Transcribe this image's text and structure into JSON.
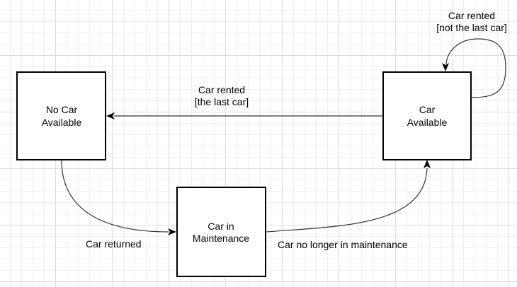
{
  "diagram": {
    "states": {
      "no_car": {
        "line1": "No Car",
        "line2": "Available"
      },
      "car_available": {
        "line1": "Car",
        "line2": "Available"
      },
      "in_maintenance": {
        "line1": "Car in",
        "line2": "Maintenance"
      }
    },
    "transitions": {
      "rented_last": {
        "line1": "Car rented",
        "line2": "[the last car]"
      },
      "rented_not_last": {
        "line1": "Car rented",
        "line2": "[not the last car]"
      },
      "returned": {
        "label": "Car returned"
      },
      "no_longer_maintenance": {
        "label": "Car no longer in maintenance"
      }
    },
    "colors": {
      "grid": "#dcdcdc",
      "stroke": "#000000",
      "edge": "#333333",
      "fill": "#ffffff"
    }
  }
}
